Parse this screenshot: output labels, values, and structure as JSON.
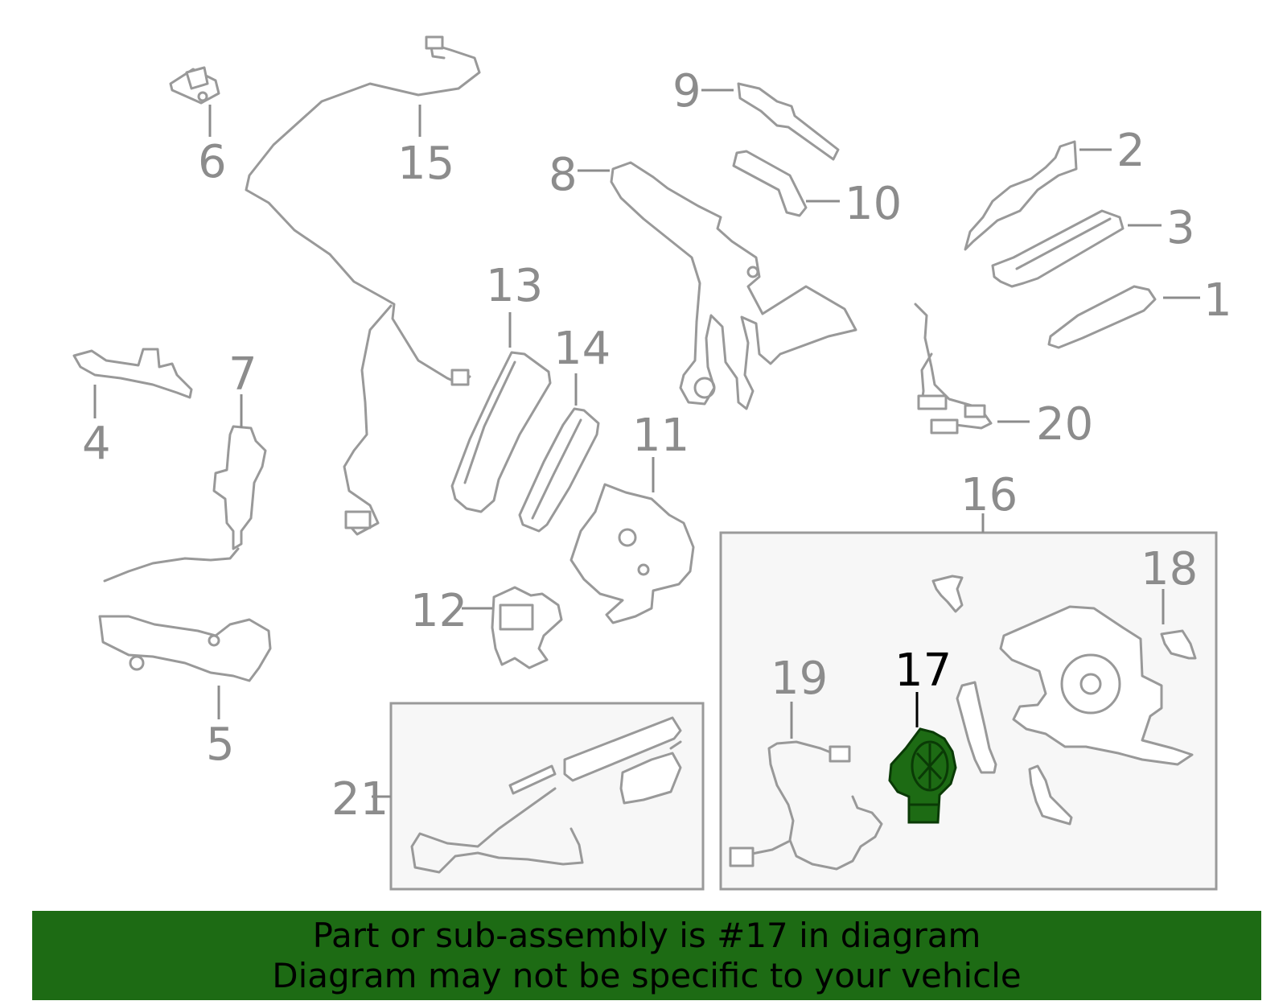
{
  "diagram": {
    "callouts": {
      "c1": "1",
      "c2": "2",
      "c3": "3",
      "c4": "4",
      "c5": "5",
      "c6": "6",
      "c7": "7",
      "c8": "8",
      "c9": "9",
      "c10": "10",
      "c11": "11",
      "c12": "12",
      "c13": "13",
      "c14": "14",
      "c15": "15",
      "c16": "16",
      "c17": "17",
      "c18": "18",
      "c19": "19",
      "c20": "20",
      "c21": "21"
    },
    "highlighted_part": "17",
    "colors": {
      "highlight": "#1d6b14",
      "line": "#999999",
      "label": "#8c8c8c",
      "box_fill": "#f7f7f7"
    }
  },
  "banner": {
    "line1": "Part or sub-assembly is #17 in diagram",
    "line2": "Diagram may not be specific to your vehicle",
    "background": "#1d6b14"
  }
}
